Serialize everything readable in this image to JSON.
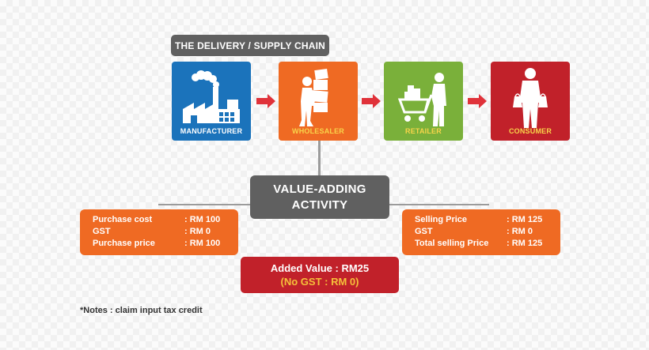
{
  "title": "THE DELIVERY / SUPPLY CHAIN",
  "stages": [
    {
      "label": "MANUFACTURER",
      "color": "#1b73bb",
      "label_color": "#ffffff",
      "icon": "factory-icon"
    },
    {
      "label": "WHOLESALER",
      "color": "#ef6a23",
      "label_color": "#f8d44a",
      "icon": "person-carrying-boxes-icon"
    },
    {
      "label": "RETAILER",
      "color": "#7ab03a",
      "label_color": "#f8d44a",
      "icon": "person-with-trolley-icon"
    },
    {
      "label": "CONSUMER",
      "color": "#c1212a",
      "label_color": "#f8d44a",
      "icon": "person-with-bags-icon"
    }
  ],
  "arrow_color": "#e0323a",
  "value_activity": {
    "line1": "VALUE-ADDING",
    "line2": "ACTIVITY"
  },
  "purchase": {
    "rows": [
      {
        "key": "Purchase cost",
        "value": ": RM 100"
      },
      {
        "key": "GST",
        "value": ": RM 0"
      },
      {
        "key": "Purchase price",
        "value": ": RM 100"
      }
    ]
  },
  "selling": {
    "rows": [
      {
        "key": "Selling Price",
        "value": ": RM 125"
      },
      {
        "key": "GST",
        "value": ": RM 0"
      },
      {
        "key": "Total selling Price",
        "value": ": RM 125"
      }
    ]
  },
  "added_value": {
    "line1": "Added Value : RM25",
    "line2": "(No GST : RM 0)"
  },
  "note": "*Notes : claim input tax credit"
}
